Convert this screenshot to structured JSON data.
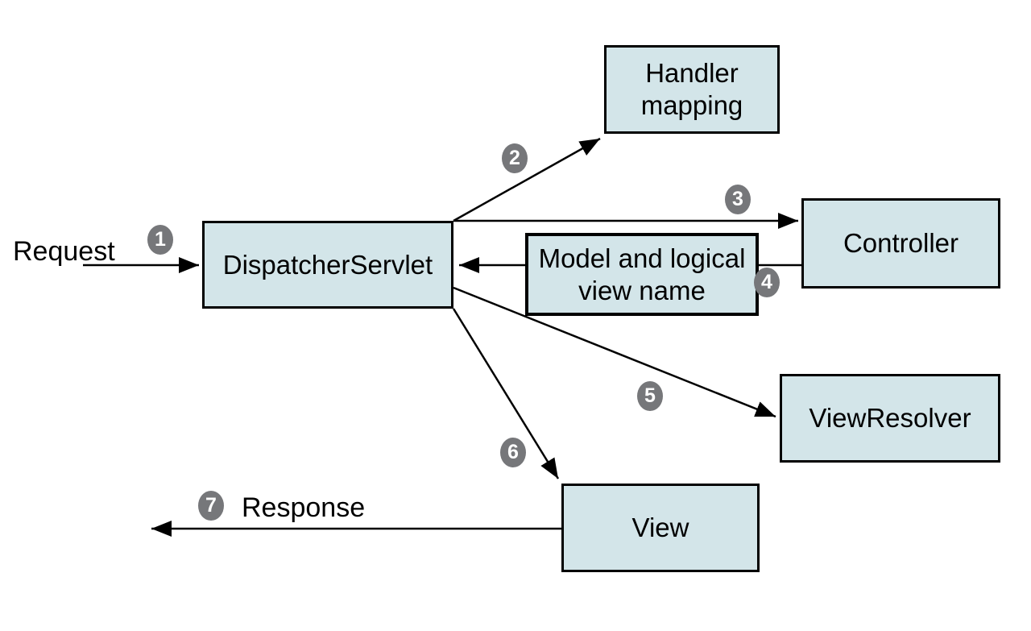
{
  "nodes": {
    "dispatcher_servlet": {
      "label": "DispatcherServlet"
    },
    "handler_mapping": {
      "label": "Handler\nmapping"
    },
    "controller": {
      "label": "Controller"
    },
    "model_and_logical_view_name": {
      "label": "Model and logical\nview name"
    },
    "view_resolver": {
      "label": "ViewResolver"
    },
    "view": {
      "label": "View"
    }
  },
  "flow_labels": {
    "request": "Request",
    "response": "Response"
  },
  "steps": [
    "1",
    "2",
    "3",
    "4",
    "5",
    "6",
    "7"
  ],
  "colors": {
    "box_fill": "#d3e5e9",
    "box_border": "#000000",
    "arrow": "#000000",
    "badge_fill": "#76777a",
    "badge_text": "#ffffff",
    "canvas_bg": "#ffffff",
    "text": "#000000"
  }
}
